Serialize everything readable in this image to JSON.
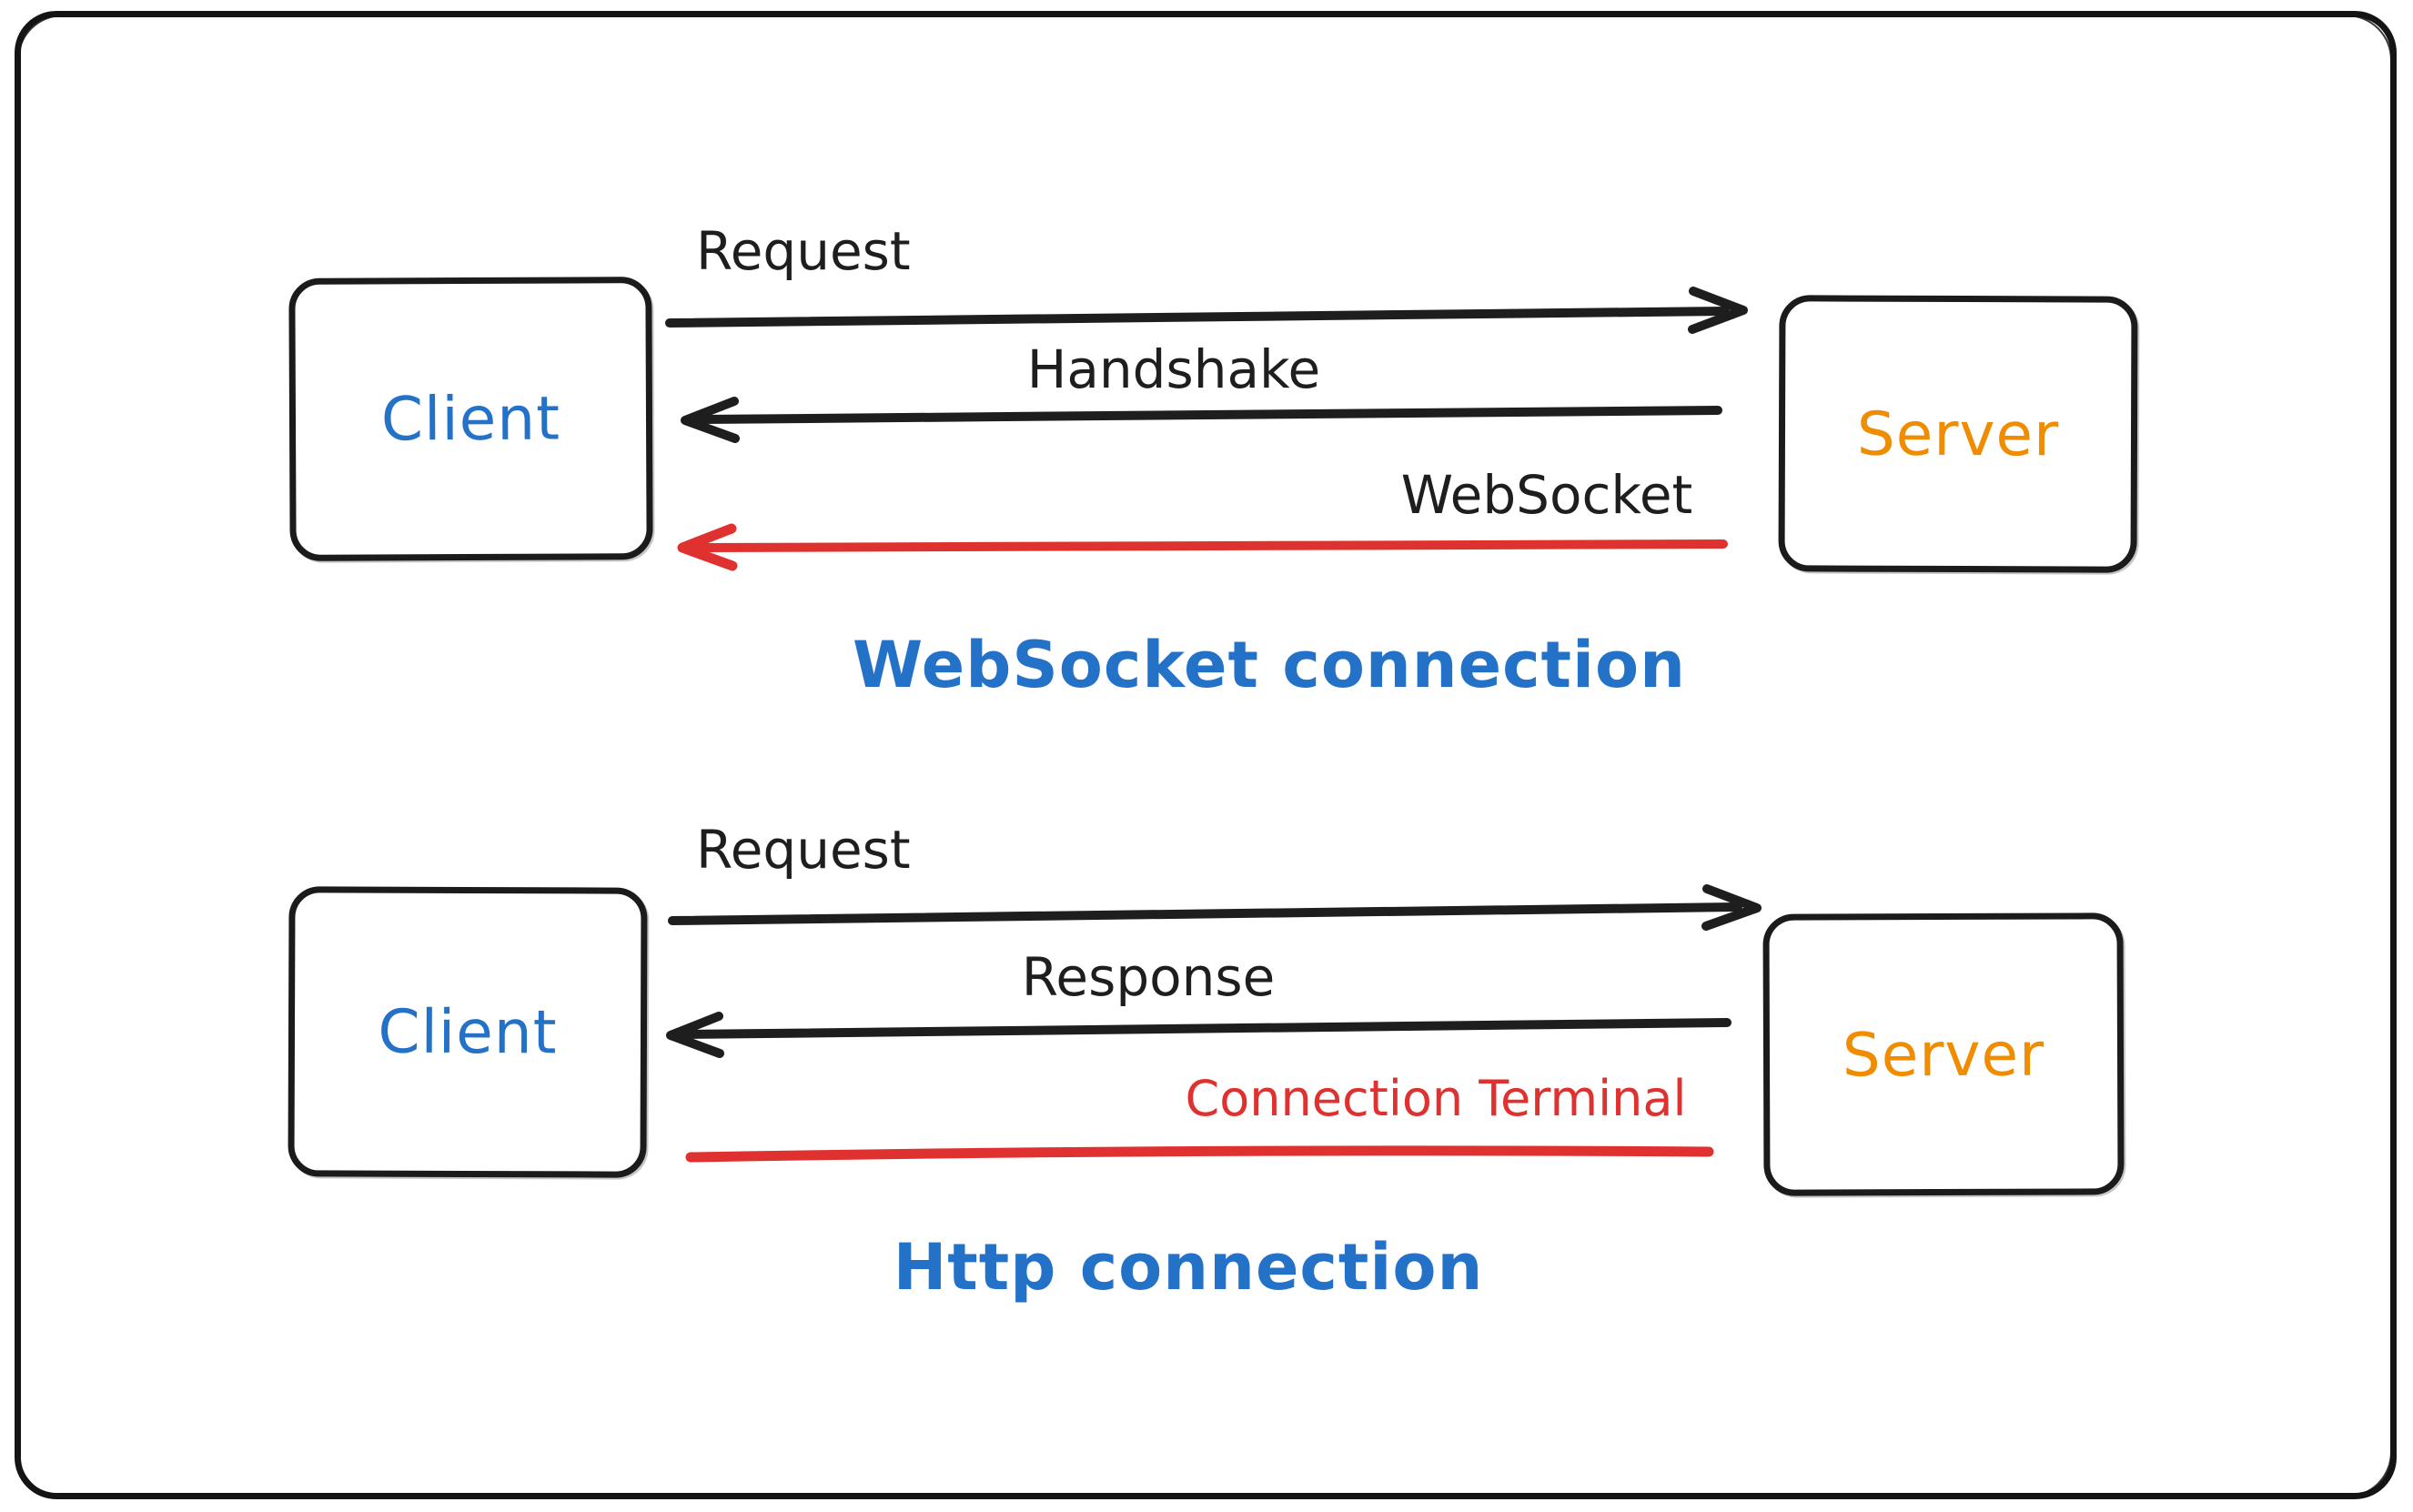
{
  "diagram": {
    "websocket": {
      "client": "Client",
      "server": "Server",
      "request_label": "Request",
      "handshake_label": "Handshake",
      "websocket_label": "WebSocket",
      "caption": "WebSocket connection"
    },
    "http": {
      "client": "Client",
      "server": "Server",
      "request_label": "Request",
      "response_label": "Response",
      "terminal_label": "Connection Terminal",
      "caption": "Http connection"
    },
    "colors": {
      "stroke_black": "#1e1e1e",
      "accent_blue": "#2471c8",
      "accent_orange": "#f08c00",
      "accent_red": "#e03131"
    }
  }
}
